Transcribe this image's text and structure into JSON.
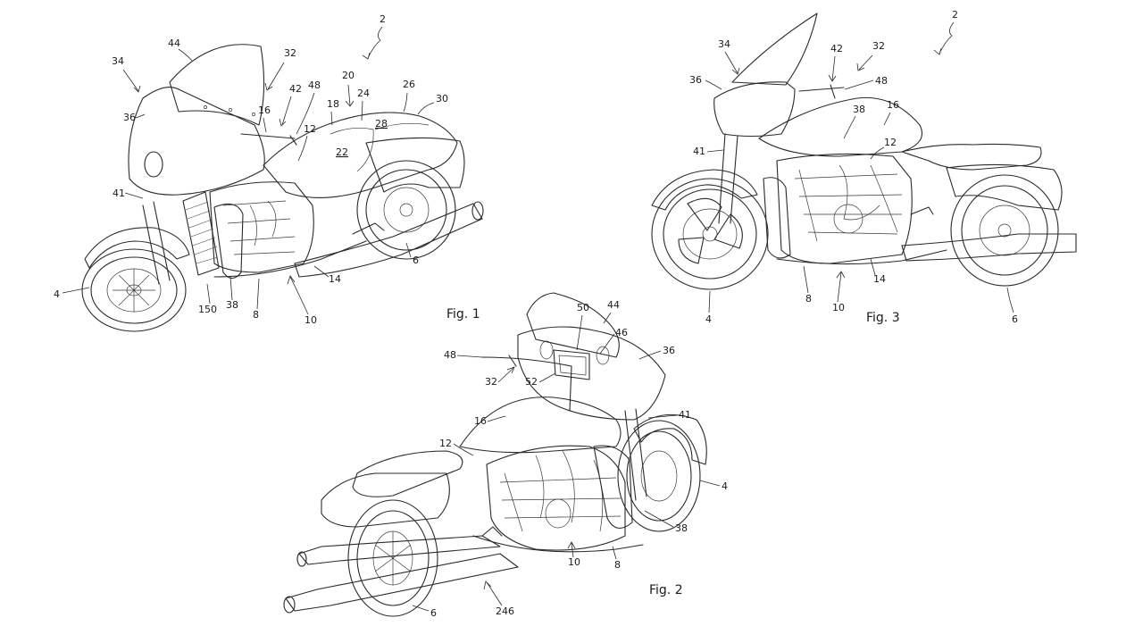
{
  "figures": [
    {
      "id": "fig1",
      "label": "Fig. 1",
      "refs": {
        "r2": "2",
        "r44": "44",
        "r34": "34",
        "r32": "32",
        "r20": "20",
        "r26": "26",
        "r30": "30",
        "r42": "42",
        "r48": "48",
        "r18": "18",
        "r24": "24",
        "r28": "28",
        "r36": "36",
        "r16": "16",
        "r12": "12",
        "r22": "22",
        "r41": "41",
        "r4": "4",
        "r150": "150",
        "r38": "38",
        "r8": "8",
        "r10": "10",
        "r14": "14",
        "r6": "6"
      }
    },
    {
      "id": "fig2",
      "label": "Fig. 2",
      "refs": {
        "r50": "50",
        "r44": "44",
        "r46": "46",
        "r36": "36",
        "r48": "48",
        "r32": "32",
        "r52": "52",
        "r16": "16",
        "r41": "41",
        "r12": "12",
        "r4": "4",
        "r38": "38",
        "r10": "10",
        "r8": "8",
        "r246": "246",
        "r6": "6"
      }
    },
    {
      "id": "fig3",
      "label": "Fig. 3",
      "refs": {
        "r2": "2",
        "r34": "34",
        "r42": "42",
        "r32": "32",
        "r36": "36",
        "r48": "48",
        "r38": "38",
        "r16": "16",
        "r12": "12",
        "r41": "41",
        "r8": "8",
        "r10": "10",
        "r14": "14",
        "r4": "4",
        "r6": "6"
      }
    }
  ]
}
